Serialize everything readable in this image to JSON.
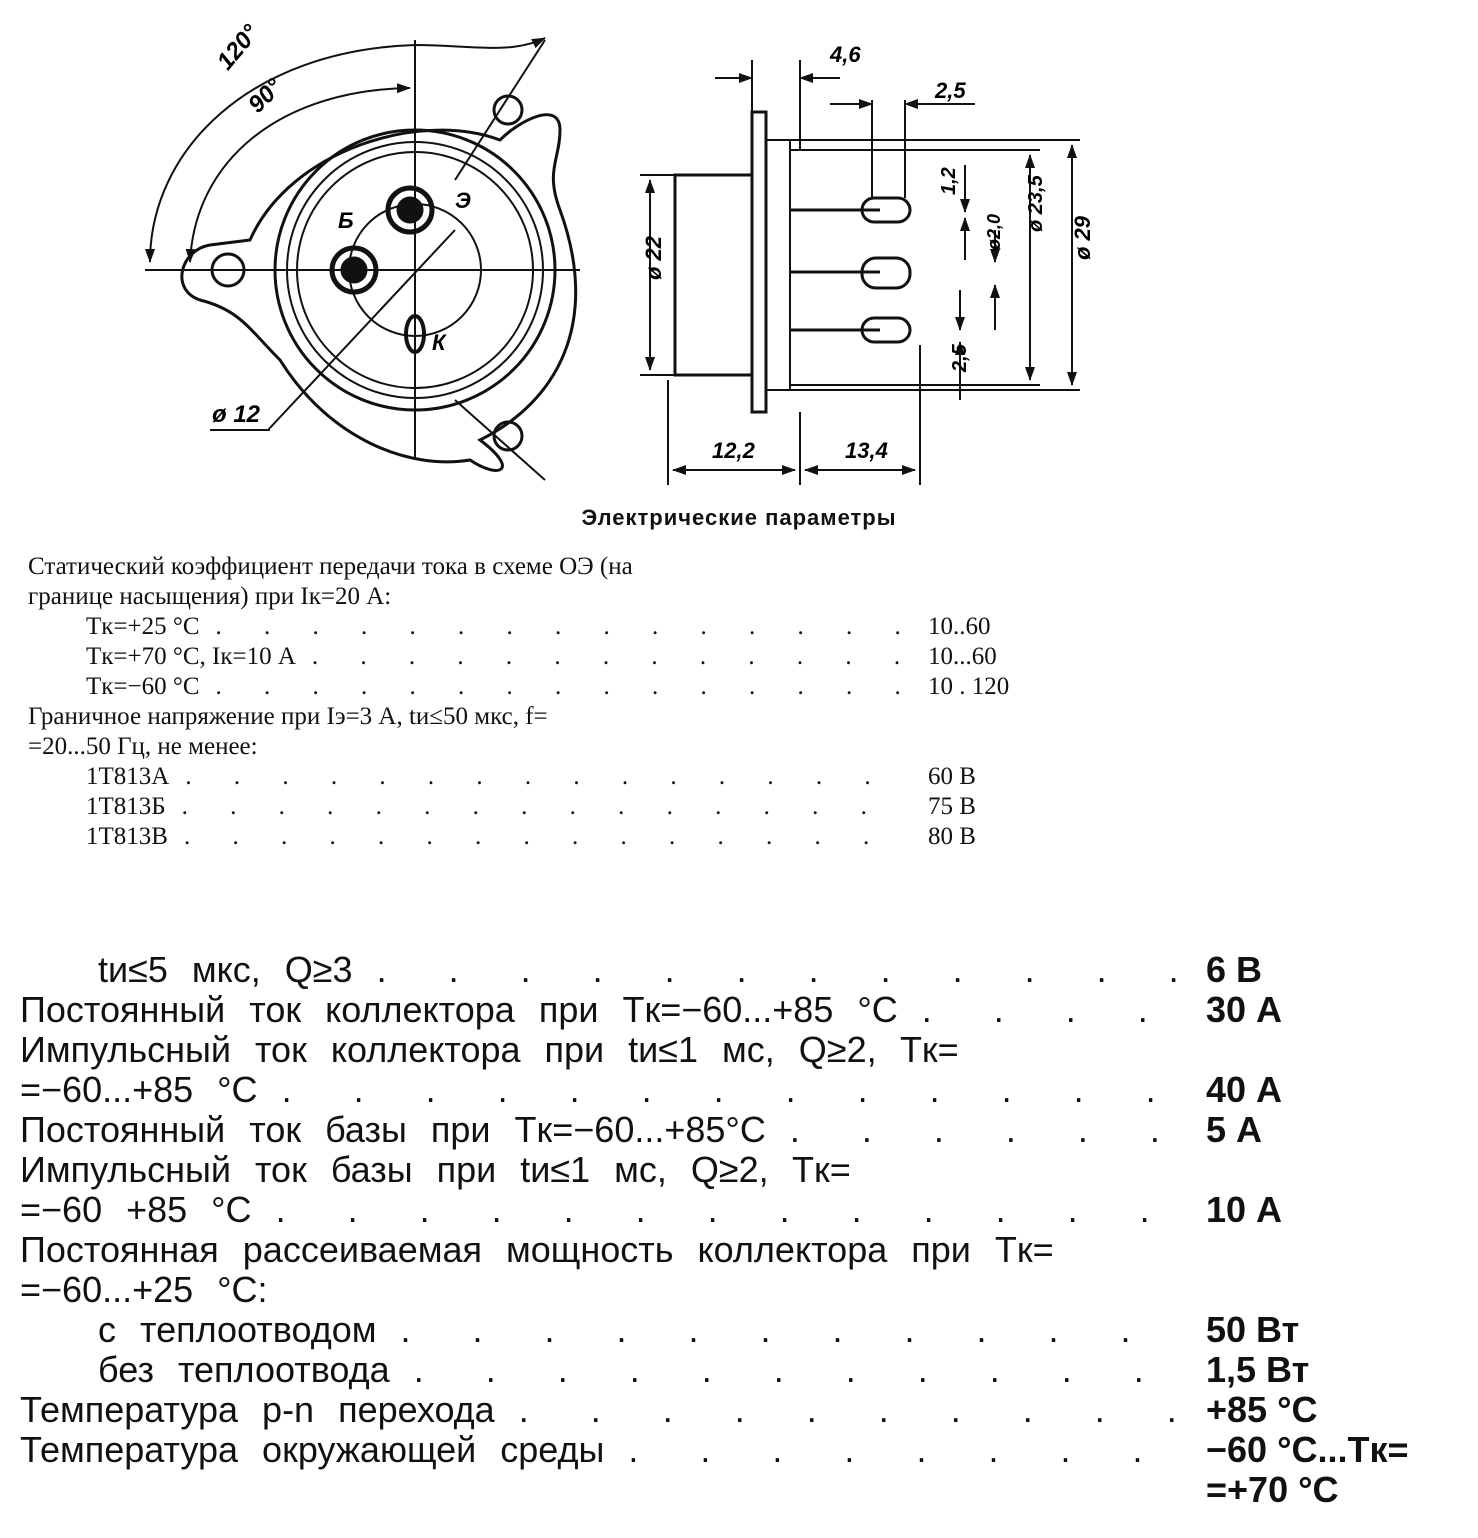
{
  "drawing": {
    "angle_120": "120°",
    "angle_90": "90°",
    "dim_d12": "ø 12",
    "pin_b": "Б",
    "pin_e": "Э",
    "pin_k": "К",
    "dim_4_6": "4,6",
    "dim_2_5_top": "2,5",
    "dim_1_2": "1,2",
    "dim_d2": "ø2,0",
    "dim_d23_5": "ø 23,5",
    "dim_d29": "ø 29",
    "dim_d22": "ø 22",
    "dim_2_5_bottom": "2,5",
    "dim_12_2": "12,2",
    "dim_13_4": "13,4"
  },
  "heading": "Электрические параметры",
  "section1": [
    {
      "label": "Статический коэффициент передачи тока в схеме ОЭ (на",
      "value": "",
      "indent": false,
      "dots": false
    },
    {
      "label": "границе насыщения) при Iк=20 А:",
      "value": "",
      "indent": false,
      "dots": false
    },
    {
      "label": "Tк=+25 °C",
      "value": "10..60",
      "indent": true,
      "dots": true
    },
    {
      "label": "Tк=+70 °C, Iк=10 А",
      "value": "10...60",
      "indent": true,
      "dots": true
    },
    {
      "label": "Tк=−60 °C",
      "value": "10 . 120",
      "indent": true,
      "dots": true
    },
    {
      "label": "Граничное напряжение при Iэ=3 А, tи≤50 мкс, f=",
      "value": "",
      "indent": false,
      "dots": false
    },
    {
      "label": "=20...50 Гц, не менее:",
      "value": "",
      "indent": false,
      "dots": false
    },
    {
      "label": "1Т813А",
      "value": "60 В",
      "indent": true,
      "dots": true
    },
    {
      "label": "1Т813Б",
      "value": "75 В",
      "indent": true,
      "dots": true
    },
    {
      "label": "1Т813В",
      "value": "80 В",
      "indent": true,
      "dots": true
    }
  ],
  "section2": [
    {
      "label": "tи≤5 мкс, Q≥3",
      "value": "6 В",
      "indent": true,
      "dots": true
    },
    {
      "label": "Постоянный ток коллектора при Tк=−60...+85 °C",
      "value": "30 А",
      "indent": false,
      "dots": true
    },
    {
      "label": "Импульсный ток коллектора при tи≤1 мс, Q≥2, Tк=",
      "value": "",
      "indent": false,
      "dots": false
    },
    {
      "label": "=−60...+85 °C",
      "value": "40 А",
      "indent": false,
      "dots": true
    },
    {
      "label": "Постоянный ток базы при Tк=−60...+85°C",
      "value": "5 А",
      "indent": false,
      "dots": true
    },
    {
      "label": "Импульсный ток базы при tи≤1 мс, Q≥2, Tк=",
      "value": "",
      "indent": false,
      "dots": false
    },
    {
      "label": "=−60 +85 °C",
      "value": "10 А",
      "indent": false,
      "dots": true
    },
    {
      "label": "Постоянная рассеиваемая мощность коллектора при Tк=",
      "value": "",
      "indent": false,
      "dots": false
    },
    {
      "label": "=−60...+25 °C:",
      "value": "",
      "indent": false,
      "dots": false
    },
    {
      "label": "с теплоотводом",
      "value": "50 Вт",
      "indent": true,
      "dots": true
    },
    {
      "label": "без теплоотвода",
      "value": "1,5 Вт",
      "indent": true,
      "dots": true
    },
    {
      "label": "Температура p-n перехода",
      "value": "+85 °C",
      "indent": false,
      "dots": true
    },
    {
      "label": "Температура окружающей среды",
      "value": "−60 °C...Tк=",
      "indent": false,
      "dots": true
    },
    {
      "label": "",
      "value": "=+70 °C",
      "indent": false,
      "dots": false
    }
  ]
}
